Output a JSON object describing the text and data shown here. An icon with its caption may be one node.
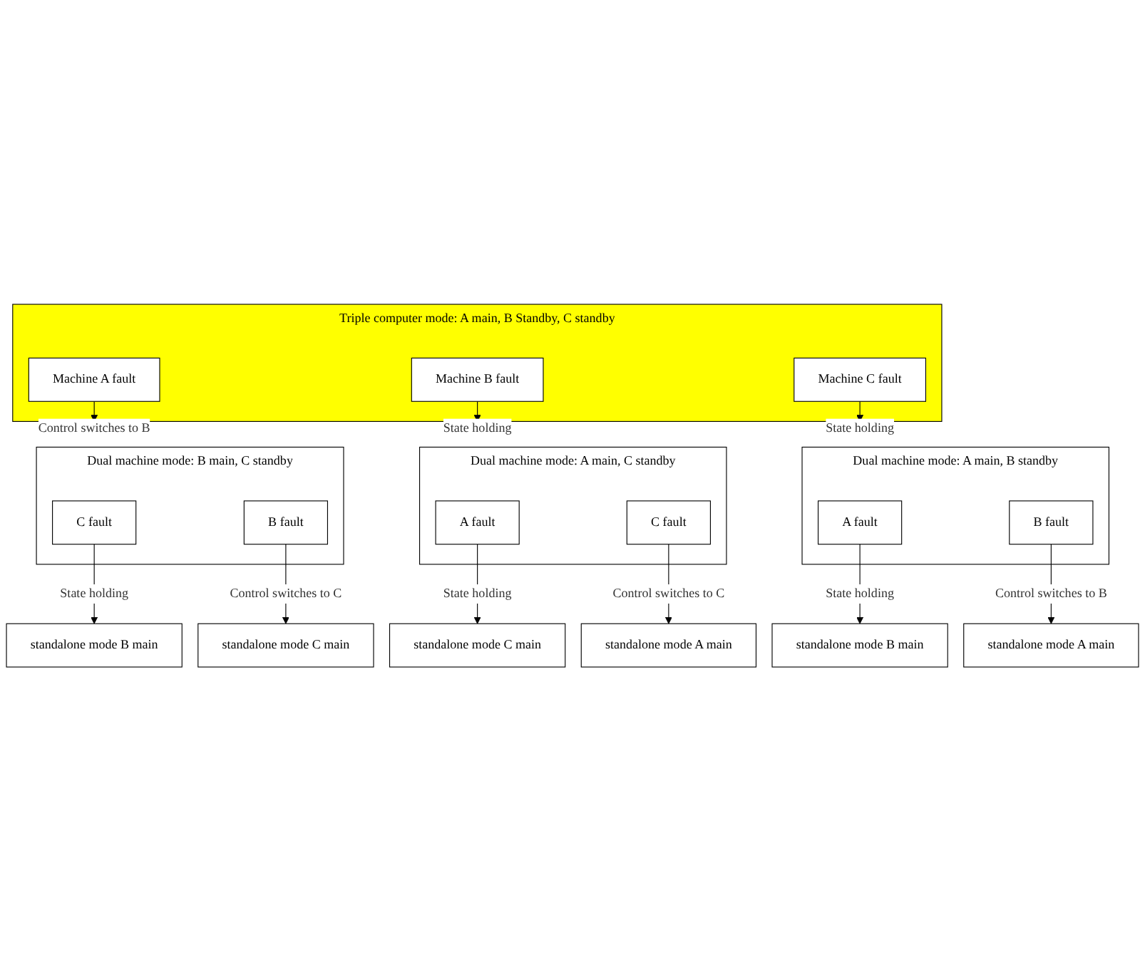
{
  "diagram": {
    "nodes": [
      {
        "text": [
          "Triple computer mode: A main, B Standby, C standby"
        ]
      },
      {
        "text": [
          "Machine A fault"
        ],
        "in": 0
      },
      {
        "text": [
          "Machine B fault"
        ],
        "in": 0
      },
      {
        "text": [
          "Machine C fault"
        ],
        "in": 0
      },
      {
        "text": [
          "Dual machine mode: B main, C standby"
        ]
      },
      {
        "text": [
          "C fault"
        ],
        "in": 4
      },
      {
        "text": [
          "B fault"
        ],
        "in": 4
      },
      {
        "text": [
          "Dual machine mode: A main, C standby"
        ]
      },
      {
        "text": [
          "A fault"
        ],
        "in": 7
      },
      {
        "text": [
          "C fault"
        ],
        "in": 7
      },
      {
        "text": [
          "Dual machine mode: A main, B standby"
        ]
      },
      {
        "text": [
          "A fault"
        ],
        "in": 10
      },
      {
        "text": [
          "B fault"
        ],
        "in": 10
      },
      {
        "text": [
          "standalone mode B main"
        ]
      },
      {
        "text": [
          "standalone mode C main"
        ]
      },
      {
        "text": [
          "standalone mode C main"
        ]
      },
      {
        "text": [
          "standalone mode A main"
        ]
      },
      {
        "text": [
          "standalone mode B main"
        ]
      },
      {
        "text": [
          "standalone mode A main"
        ]
      }
    ],
    "edges": [
      {
        "from": 1,
        "to": 4,
        "arrow": "to",
        "label": "Control switches to B"
      },
      {
        "from": 2,
        "to": 7,
        "arrow": "to",
        "label": "State holding"
      },
      {
        "from": 3,
        "to": 10,
        "arrow": "to",
        "label": "State holding"
      },
      {
        "from": 5,
        "to": 13,
        "arrow": "to",
        "label": "State holding"
      },
      {
        "from": 6,
        "to": 14,
        "arrow": "to",
        "label": "Control switches to C"
      },
      {
        "from": 8,
        "to": 15,
        "arrow": "to",
        "label": "State holding"
      },
      {
        "from": 9,
        "to": 16,
        "arrow": "to",
        "label": "Control switches to C"
      },
      {
        "from": 11,
        "to": 17,
        "arrow": "to",
        "label": "State holding"
      },
      {
        "from": 12,
        "to": 18,
        "arrow": "to",
        "label": "Control switches to B"
      }
    ]
  }
}
